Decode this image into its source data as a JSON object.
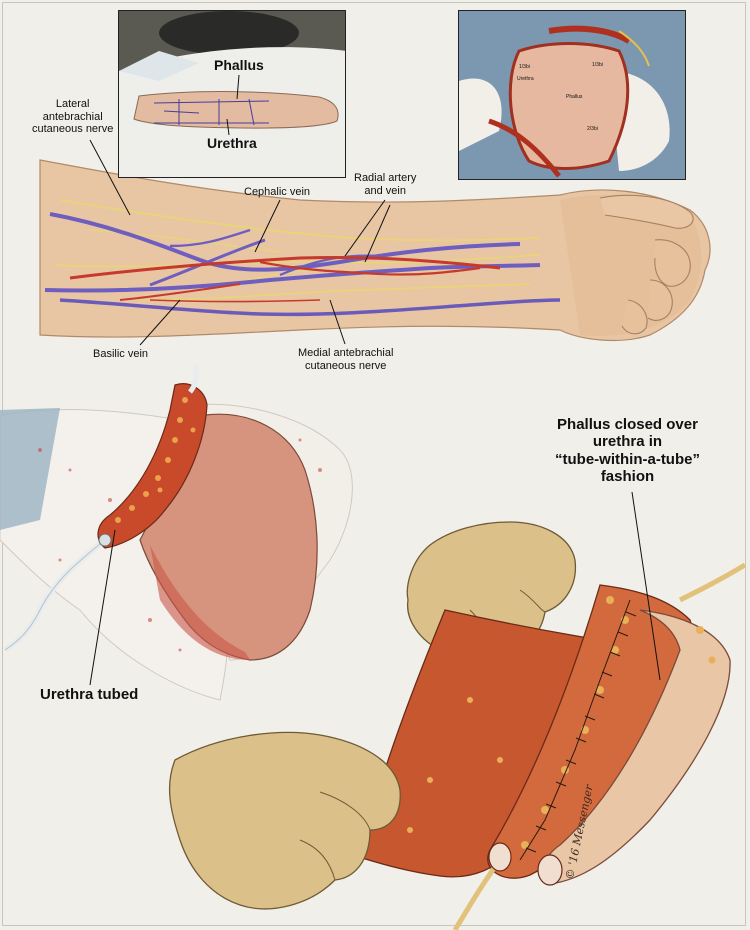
{
  "top_left_photo": {
    "labels": {
      "phallus": "Phallus",
      "urethra": "Urethra"
    }
  },
  "top_right_photo": {
    "labels": {
      "top": "1/3bi",
      "urethra": "Urethra",
      "phallus": "Phallus",
      "mark": "1/3bi",
      "edge": "2/3bi"
    }
  },
  "forearm_labels": {
    "lateral_nerve": "Lateral\nantebrachial\ncutaneous nerve",
    "cephalic_vein": "Cephalic vein",
    "radial": "Radial artery\nand vein",
    "basilic_vein": "Basilic vein",
    "medial_nerve": "Medial antebrachial\ncutaneous nerve"
  },
  "bottom_labels": {
    "urethra_tubed": "Urethra tubed",
    "phallus_closed": "Phallus closed over\nurethra in\n“tube-within-a-tube”\nfashion"
  },
  "signature": "© '16 Messenger",
  "colors": {
    "skin": "#e6c3a0",
    "vein": "#6a5fb8",
    "artery": "#c0392b",
    "nerve": "#e6d36a",
    "flesh": "#c9552f"
  }
}
